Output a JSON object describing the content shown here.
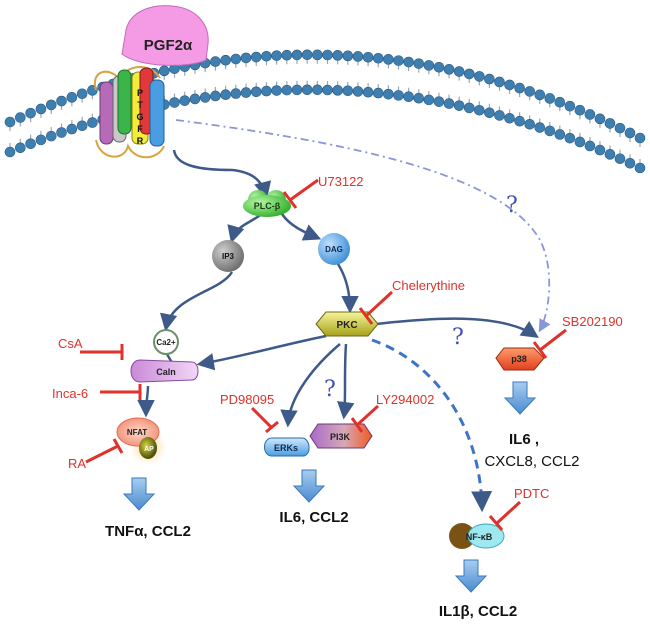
{
  "ligand": "PGF2α",
  "receptor_letters": [
    "P",
    "T",
    "G",
    "F",
    "R"
  ],
  "nodes": {
    "plc": "PLC-β",
    "ip3": "IP3",
    "dag": "DAG",
    "ca": "Ca2+",
    "pkc": "PKC",
    "caln": "Caln",
    "nfat": "NFAT",
    "ap": "AP",
    "erks": "ERKs",
    "pi3k": "PI3K",
    "p38": "p38",
    "nfkb": "NF-κB"
  },
  "inhibitors": {
    "u73122": "U73122",
    "chelerythine": "Chelerythine",
    "csa": "CsA",
    "inca6": "Inca-6",
    "ra": "RA",
    "pd98095": "PD98095",
    "ly294002": "LY294002",
    "sb202190": "SB202190",
    "pdtc": "PDTC"
  },
  "outputs": {
    "tnf": "TNFα, CCL2",
    "erk_out": "IL6, CCL2",
    "p38_out_1": "IL6 ,",
    "p38_out_2": "CXCL8, CCL2",
    "nfkb_out": "IL1β, CCL2"
  },
  "unknown_mark": "?",
  "colors": {
    "inhibitor": "#e0312b",
    "arrow": "#3d5a88",
    "output_arrow": "#6fa3d8",
    "membrane_bead": "#3f7fb0",
    "dashed_arrow": "#8a96d6"
  }
}
